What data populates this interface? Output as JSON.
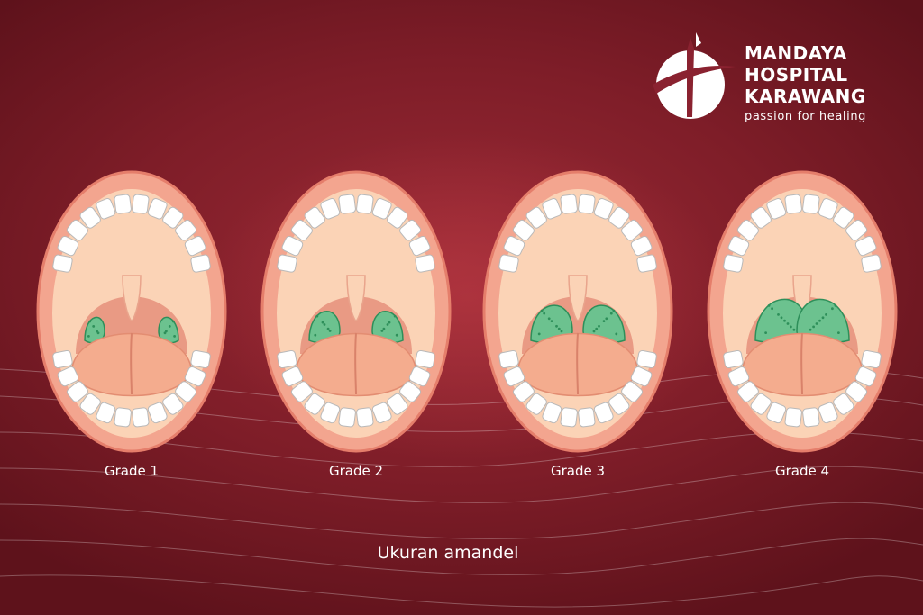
{
  "brand": {
    "name_lines": [
      "MANDAYA",
      "HOSPITAL",
      "KARAWANG"
    ],
    "tagline": "passion for healing",
    "logo_icon": "mandaya-cross-logo-icon"
  },
  "diagram": {
    "grades": [
      {
        "label": "Grade 1",
        "tonsil_fill": 0.25
      },
      {
        "label": "Grade 2",
        "tonsil_fill": 0.5
      },
      {
        "label": "Grade 3",
        "tonsil_fill": 0.75
      },
      {
        "label": "Grade 4",
        "tonsil_fill": 1.0
      }
    ],
    "caption": "Ukuran amandel"
  },
  "colors": {
    "background": "#8a2230",
    "lip": "#f3a58f",
    "lip_outline": "#e57e6b",
    "mouth_inner": "#fbd3b6",
    "throat": "#e99a84",
    "tongue": "#f4ac8e",
    "tooth": "#ffffff",
    "tooth_outline": "#b9b9b9",
    "tonsil": "#6cc28f",
    "tonsil_dark": "#2e8f5a",
    "text": "#ffffff"
  }
}
